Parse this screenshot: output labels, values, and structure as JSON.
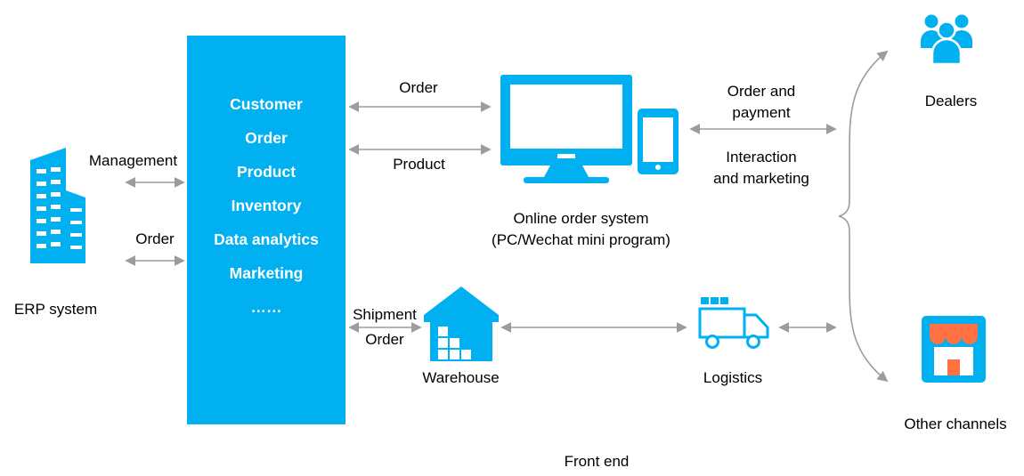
{
  "colors": {
    "primary": "#00B0F0",
    "arrow": "#9C9C9C",
    "awning": "#FF7043",
    "text": "#000000"
  },
  "erp": {
    "label": "ERP system"
  },
  "core_box": {
    "items": [
      "Customer",
      "Order",
      "Product",
      "Inventory",
      "Data analytics",
      "Marketing",
      "……"
    ]
  },
  "edges": {
    "management": "Management",
    "erp_order": "Order",
    "order": "Order",
    "product": "Product",
    "order_payment": {
      "line1": "Order and",
      "line2": "payment"
    },
    "interaction": {
      "line1": "Interaction",
      "line2": "and marketing"
    },
    "shipment": {
      "line1": "Shipment",
      "line2": "Order"
    }
  },
  "online_order_system": {
    "line1": "Online order system",
    "line2": "(PC/Wechat mini program)"
  },
  "warehouse": {
    "label": "Warehouse"
  },
  "logistics": {
    "label": "Logistics"
  },
  "dealers": {
    "label": "Dealers"
  },
  "other_channels": {
    "label": "Other channels"
  },
  "front_end": {
    "label": "Front end"
  }
}
